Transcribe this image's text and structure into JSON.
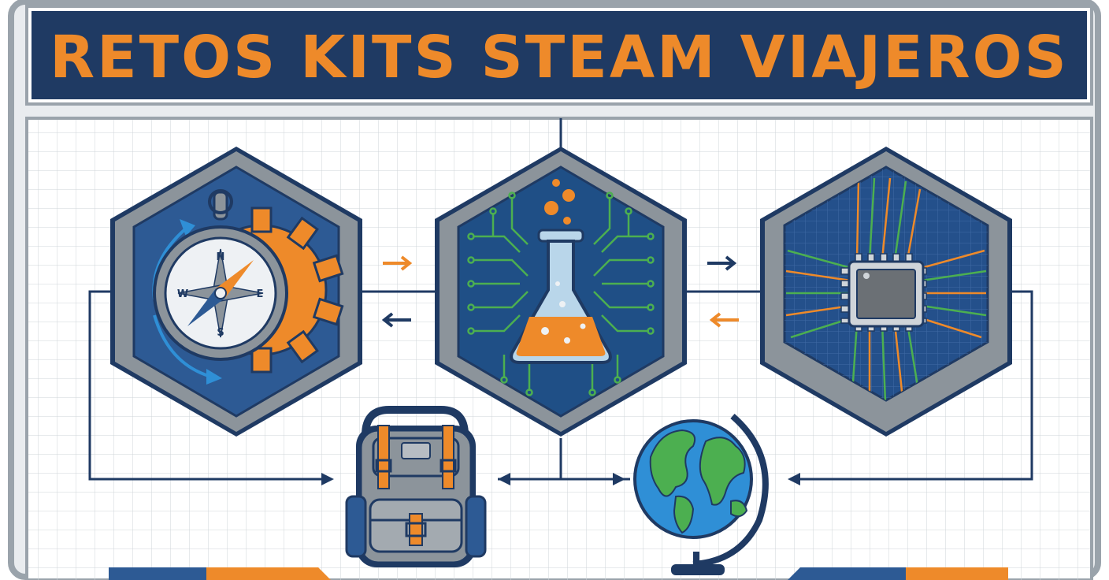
{
  "header": {
    "title": "RETOS KITS STEAM VIAJEROS"
  },
  "colors": {
    "navy": "#1f3a63",
    "blue": "#2d5a94",
    "orange": "#ee8a2a",
    "gray": "#8c949b",
    "green": "#4caf50",
    "grid": "#c9ced3",
    "frame": "#9aa3ab"
  },
  "compass": {
    "north": "N",
    "south": "S",
    "east": "E",
    "west": "W"
  },
  "icons": [
    "compass-gear-icon",
    "flask-circuit-icon",
    "microchip-icon",
    "backpack-icon",
    "globe-icon"
  ]
}
